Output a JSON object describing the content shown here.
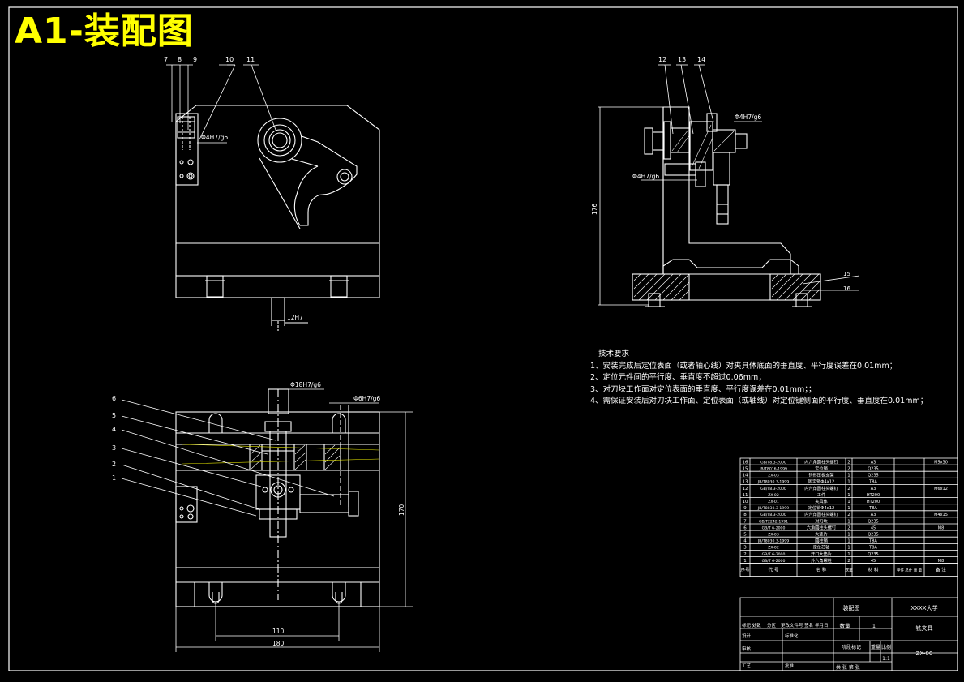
{
  "sheet_title": "A1-装配图",
  "tech_requirements": {
    "heading": "技术要求",
    "items": [
      "1、安装完成后定位表面（或者轴心线）对夹具体底面的垂直度、平行度误差在0.01mm；",
      "2、定位元件间的平行度、垂直度不超过0.06mm；",
      "3、对刀块工作面对定位表面的垂直度、平行度误差在0.01mm；；",
      "4、需保证安装后对刀块工作面、定位表面（或轴线）对定位键侧面的平行度、垂直度在0.01mm；"
    ]
  },
  "dimensions": {
    "top_key": "12H7",
    "top_fit": "Φ4H7/g6",
    "side_fit_top": "Φ4H7/g6",
    "side_fit_mid": "Φ4H7/g6",
    "side_height": "176",
    "plan_fit_top": "Φ18H7/g6",
    "plan_fit_right": "Φ6H7/g6",
    "plan_height": "170",
    "plan_width_inner": "110",
    "plan_width_outer": "180"
  },
  "balloons": {
    "top_view": [
      "7",
      "8",
      "9",
      "10",
      "11"
    ],
    "side_view": [
      "12",
      "13",
      "14",
      "15",
      "16"
    ],
    "plan_view": [
      "6",
      "5",
      "4",
      "3",
      "2",
      "1"
    ]
  },
  "bom": {
    "rows": [
      {
        "no": "16",
        "code": "GB/T8.3-2000",
        "name": "内六角圆柱头螺钉",
        "qty": "2",
        "material": "A3",
        "note": "M5x30"
      },
      {
        "no": "15",
        "code": "JB/T8016-1999",
        "name": "定位销",
        "qty": "2",
        "material": "Q235",
        "note": ""
      },
      {
        "no": "14",
        "code": "ZX-03",
        "name": "钩形压板支架",
        "qty": "1",
        "material": "Q235",
        "note": ""
      },
      {
        "no": "13",
        "code": "JB/T8030.3-1999",
        "name": "固定销Φ4x12",
        "qty": "1",
        "material": "T8A",
        "note": ""
      },
      {
        "no": "12",
        "code": "GB/T8.3-2000",
        "name": "内六角圆柱头螺钉",
        "qty": "2",
        "material": "A3",
        "note": "M6x12"
      },
      {
        "no": "11",
        "code": "ZX-02",
        "name": "工件",
        "qty": "1",
        "material": "HT200",
        "note": ""
      },
      {
        "no": "10",
        "code": "ZX-01",
        "name": "夹具体",
        "qty": "1",
        "material": "HT200",
        "note": ""
      },
      {
        "no": "9",
        "code": "JB/T8030.3-1999",
        "name": "定位销Φ4x12",
        "qty": "1",
        "material": "T8A",
        "note": ""
      },
      {
        "no": "8",
        "code": "GB/T8.3-2000",
        "name": "内六角圆柱头螺钉",
        "qty": "2",
        "material": "A3",
        "note": "M4x15"
      },
      {
        "no": "7",
        "code": "GB/T2242-1991",
        "name": "对刀块",
        "qty": "1",
        "material": "Q235",
        "note": ""
      },
      {
        "no": "6",
        "code": "GB/T 6-2000",
        "name": "六角圆柱头螺钉",
        "qty": "2",
        "material": "45",
        "note": "M8"
      },
      {
        "no": "5",
        "code": "ZX-03",
        "name": "大垫片",
        "qty": "1",
        "material": "Q235",
        "note": ""
      },
      {
        "no": "4",
        "code": "JB/T8030.3-1999",
        "name": "圆柱销",
        "qty": "1",
        "material": "T8A",
        "note": ""
      },
      {
        "no": "3",
        "code": "ZX-02",
        "name": "定位芯轴",
        "qty": "1",
        "material": "T8A",
        "note": ""
      },
      {
        "no": "2",
        "code": "GB/T 6-2000",
        "name": "开口大垫片",
        "qty": "1",
        "material": "Q235",
        "note": ""
      },
      {
        "no": "1",
        "code": "GB/T 6-2000",
        "name": "外六角螺栓",
        "qty": "2",
        "material": "45",
        "note": "M8"
      }
    ],
    "header": {
      "no": "序号",
      "code": "代  号",
      "name": "名  称",
      "qty": "数量",
      "material": "材  料",
      "note": "备  注",
      "weight": "单件 总计 重  量"
    }
  },
  "title_block": {
    "drawing_name": "装配图",
    "school": "XXXX大学",
    "qty_label": "数量",
    "qty_value": "1",
    "part_name": "铣夹具",
    "stage_label": "阶段标记",
    "weight_label": "重量",
    "scale_label": "比例",
    "scale_value": "1:1",
    "drawing_no": "ZX-00",
    "row_mark": "标记 处数",
    "row_zone": "分区",
    "row_change": "更改文件号",
    "row_sign": "签名",
    "row_date": "年月日",
    "designer": "设计",
    "standard": "标准化",
    "reviewer": "审核",
    "process": "工艺",
    "approve": "批准",
    "sheets": "共  张  第  张"
  },
  "colors": {
    "outline": "#ffffff",
    "title": "#ffff00",
    "yellow_lines": "#e6e600",
    "hatch": "#ffffff",
    "background": "#000000"
  }
}
